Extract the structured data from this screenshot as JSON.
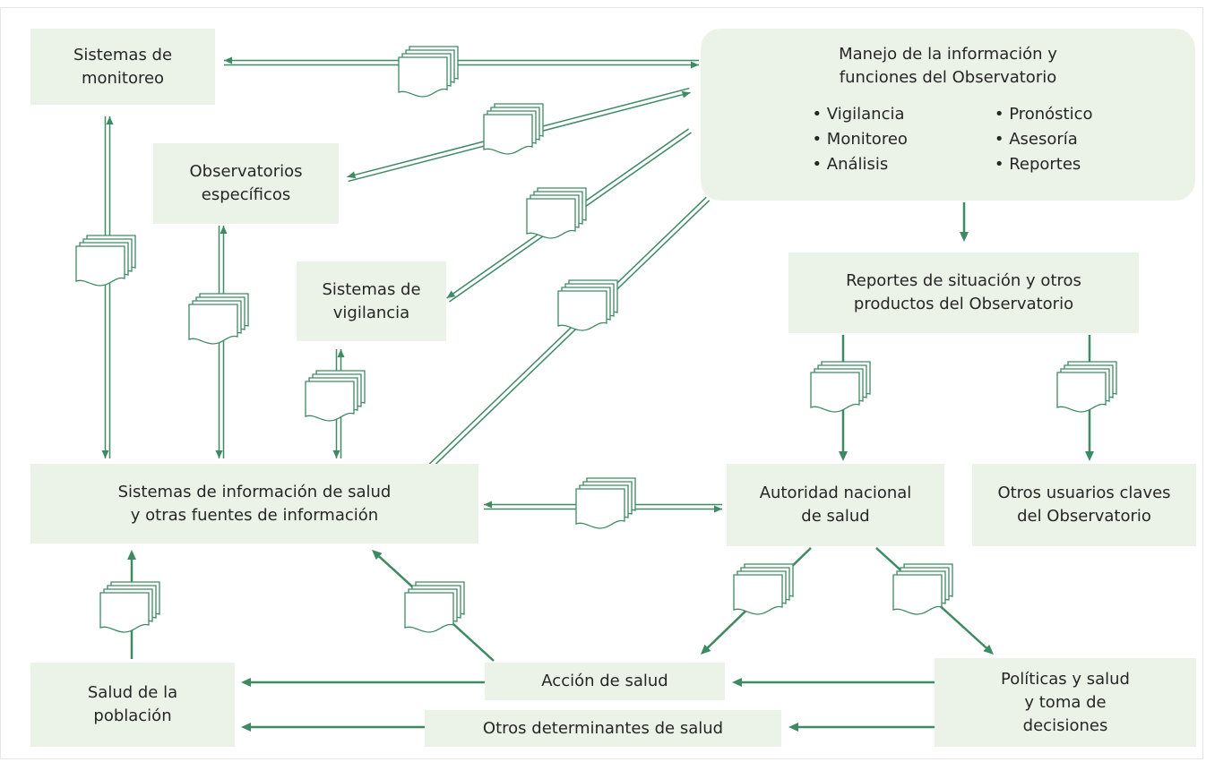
{
  "diagram": {
    "colors": {
      "box_fill": "#ebf3e9",
      "arrow": "#3d8a63",
      "text": "#262626",
      "document_icon": "#3d8a63"
    },
    "icons": {
      "document": "document-stack-icon"
    },
    "nodes": {
      "monitoreo": {
        "lines": [
          "Sistemas de",
          "monitoreo"
        ]
      },
      "observatorio": {
        "lines": [
          "Manejo de la información y",
          "funciones del Observatorio"
        ],
        "functions_left": [
          "Vigilancia",
          "Monitoreo",
          "Análisis"
        ],
        "functions_right": [
          "Pronóstico",
          "Asesoría",
          "Reportes"
        ]
      },
      "especificos": {
        "lines": [
          "Observatorios",
          "específicos"
        ]
      },
      "vigilancia": {
        "lines": [
          "Sistemas de",
          "vigilancia"
        ]
      },
      "reportes": {
        "lines": [
          "Reportes de situación y otros",
          "productos del Observatorio"
        ]
      },
      "sis_info": {
        "lines": [
          "Sistemas de información de salud",
          "y otras fuentes de información"
        ]
      },
      "autoridad": {
        "lines": [
          "Autoridad nacional",
          "de salud"
        ]
      },
      "otros_usuarios": {
        "lines": [
          "Otros usuarios claves",
          "del Observatorio"
        ]
      },
      "salud_poblacion": {
        "lines": [
          "Salud de la",
          "población"
        ]
      },
      "accion": {
        "lines": [
          "Acción de salud"
        ]
      },
      "politicas": {
        "lines": [
          "Políticas y salud",
          "y toma de",
          "decisiones"
        ]
      },
      "determinantes": {
        "lines": [
          "Otros determinantes de salud"
        ]
      }
    }
  }
}
